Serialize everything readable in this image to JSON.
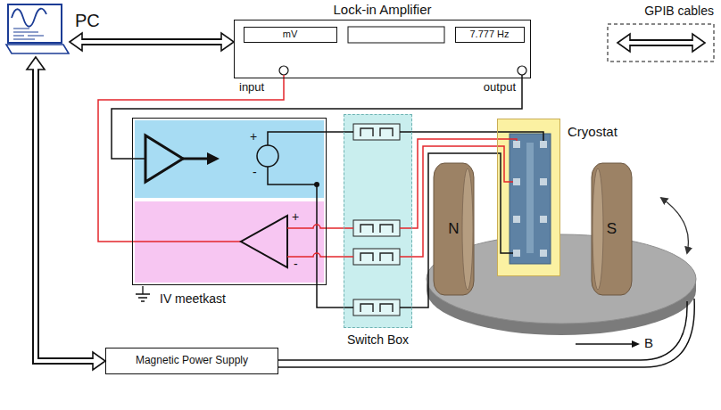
{
  "diagram": {
    "nodes": [
      {
        "text": [
          "PC"
        ]
      },
      {
        "text": [
          "Lock-in Amplifier"
        ]
      },
      {
        "text": [
          "mV"
        ],
        "in": 1
      },
      {
        "text": [
          "7.777 Hz"
        ],
        "in": 1
      },
      {
        "text": [
          "IV meetkast"
        ]
      },
      {
        "text": [
          "Switch Box"
        ]
      },
      {
        "text": [
          "Cryostat"
        ]
      },
      {
        "text": [
          "N"
        ]
      },
      {
        "text": [
          "S"
        ]
      },
      {
        "text": [
          "Magnetic Power Supply"
        ]
      }
    ],
    "edges": [
      {
        "from": 0,
        "to": 1,
        "arrow": "both"
      },
      {
        "from": 0,
        "to": 9,
        "arrow": "both"
      },
      {
        "from": 1,
        "to": 4,
        "arrow": "none"
      },
      {
        "from": 1,
        "to": 4,
        "arrow": "none"
      },
      {
        "from": 4,
        "to": 5,
        "arrow": "none"
      },
      {
        "from": 4,
        "to": 5,
        "arrow": "none"
      },
      {
        "from": 4,
        "to": 5,
        "arrow": "none"
      },
      {
        "from": 4,
        "to": 5,
        "arrow": "none"
      },
      {
        "from": 5,
        "to": 6,
        "arrow": "none"
      },
      {
        "from": 5,
        "to": 6,
        "arrow": "none"
      },
      {
        "from": 5,
        "to": 6,
        "arrow": "none"
      },
      {
        "from": 5,
        "to": 6,
        "arrow": "none"
      }
    ],
    "labels": [
      "input",
      "output",
      "+",
      "-",
      "+",
      "-",
      "B"
    ],
    "legend": [
      {
        "text": "GPIB cables"
      }
    ]
  }
}
